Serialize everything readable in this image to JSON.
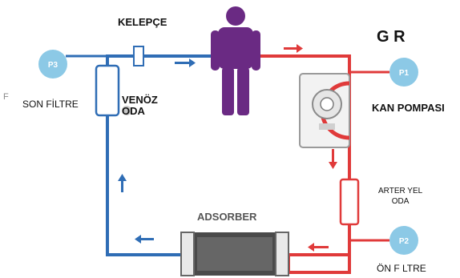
{
  "labels": {
    "clamp": "KELEPÇE",
    "venous_chamber": "VENÖZ\nODA",
    "final_filter": "SON FİLTRE",
    "adsorber": "ADSORBER",
    "inlet": "G R",
    "blood_pump": "KAN POMPASI",
    "arterial_chamber": "ARTER YEL\nODA",
    "prefilter": "ÖN F LTRE",
    "edge_mark": "F"
  },
  "gauges": {
    "p1": "P1",
    "p2": "P2",
    "p3": "P3"
  },
  "colors": {
    "arterial_line": "#e03a3a",
    "venous_line": "#2f6db5",
    "gauge_fill": "#8cc9e6",
    "person": "#6a2a83",
    "adsorber_body": "#4a4a4a"
  }
}
